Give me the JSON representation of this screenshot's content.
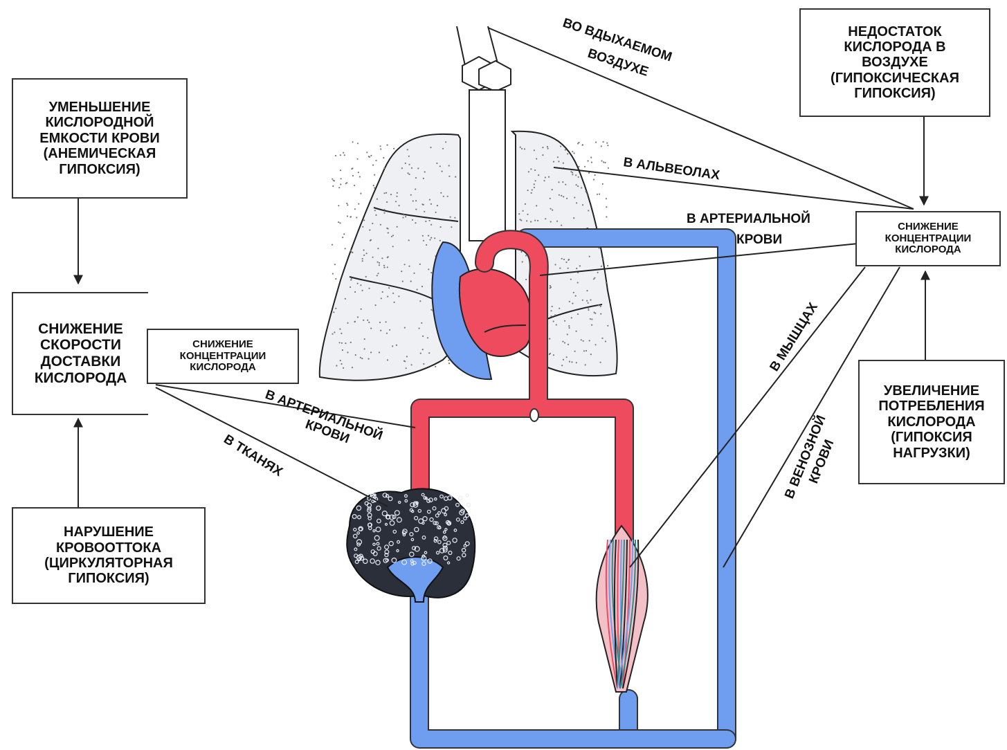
{
  "boxes": {
    "anemic": "УМЕНЬШЕНИЕ\nКИСЛОРОДНОЙ\nЕМКОСТИ КРОВИ\n(АНЕМИЧЕСКАЯ\nГИПОКСИЯ)",
    "delivery": "СНИЖЕНИЕ\nСКОРОСТИ\nДОСТАВКИ\nКИСЛОРОДА",
    "delivery_inner": "СНИЖЕНИЕ\nКОНЦЕНТРАЦИИ\nКИСЛОРОДА",
    "circulatory": "НАРУШЕНИЕ\nКРОВООТТОКА\n(ЦИРКУЛЯТОРНАЯ\nГИПОКСИЯ)",
    "hypoxic": "НЕДОСТАТОК\nКИСЛОРОДА В\nВОЗДУХЕ\n(ГИПОКСИЧЕСКАЯ\nГИПОКСИЯ)",
    "concentration": "СНИЖЕНИЕ\nКОНЦЕНТРАЦИИ\nКИСЛОРОДА",
    "load": "УВЕЛИЧЕНИЕ\nПОТРЕБЛЕНИЯ\nКИСЛОРОДА\n(ГИПОКСИЯ\nНАГРУЗКИ)"
  },
  "labels": {
    "inhaled_1": "ВО ВДЫХАЕМОМ",
    "inhaled_2": "ВОЗДУХЕ",
    "alveoli": "В АЛЬВЕОЛАХ",
    "arterial_right_1": "В АРТЕРИАЛЬНОЙ",
    "arterial_right_2": "КРОВИ",
    "muscles": "В МЫШЦАХ",
    "venous_1": "В ВЕНОЗНОЙ",
    "venous_2": "КРОВИ",
    "arterial_left_1": "В АРТЕРИАЛЬНОЙ",
    "arterial_left_2": "КРОВИ",
    "tissues": "В ТКАНЯХ"
  },
  "colors": {
    "arterial": "#ee4b5e",
    "venous": "#6f9ef0",
    "lung_fill": "#eef0f3",
    "outline": "#222222"
  }
}
